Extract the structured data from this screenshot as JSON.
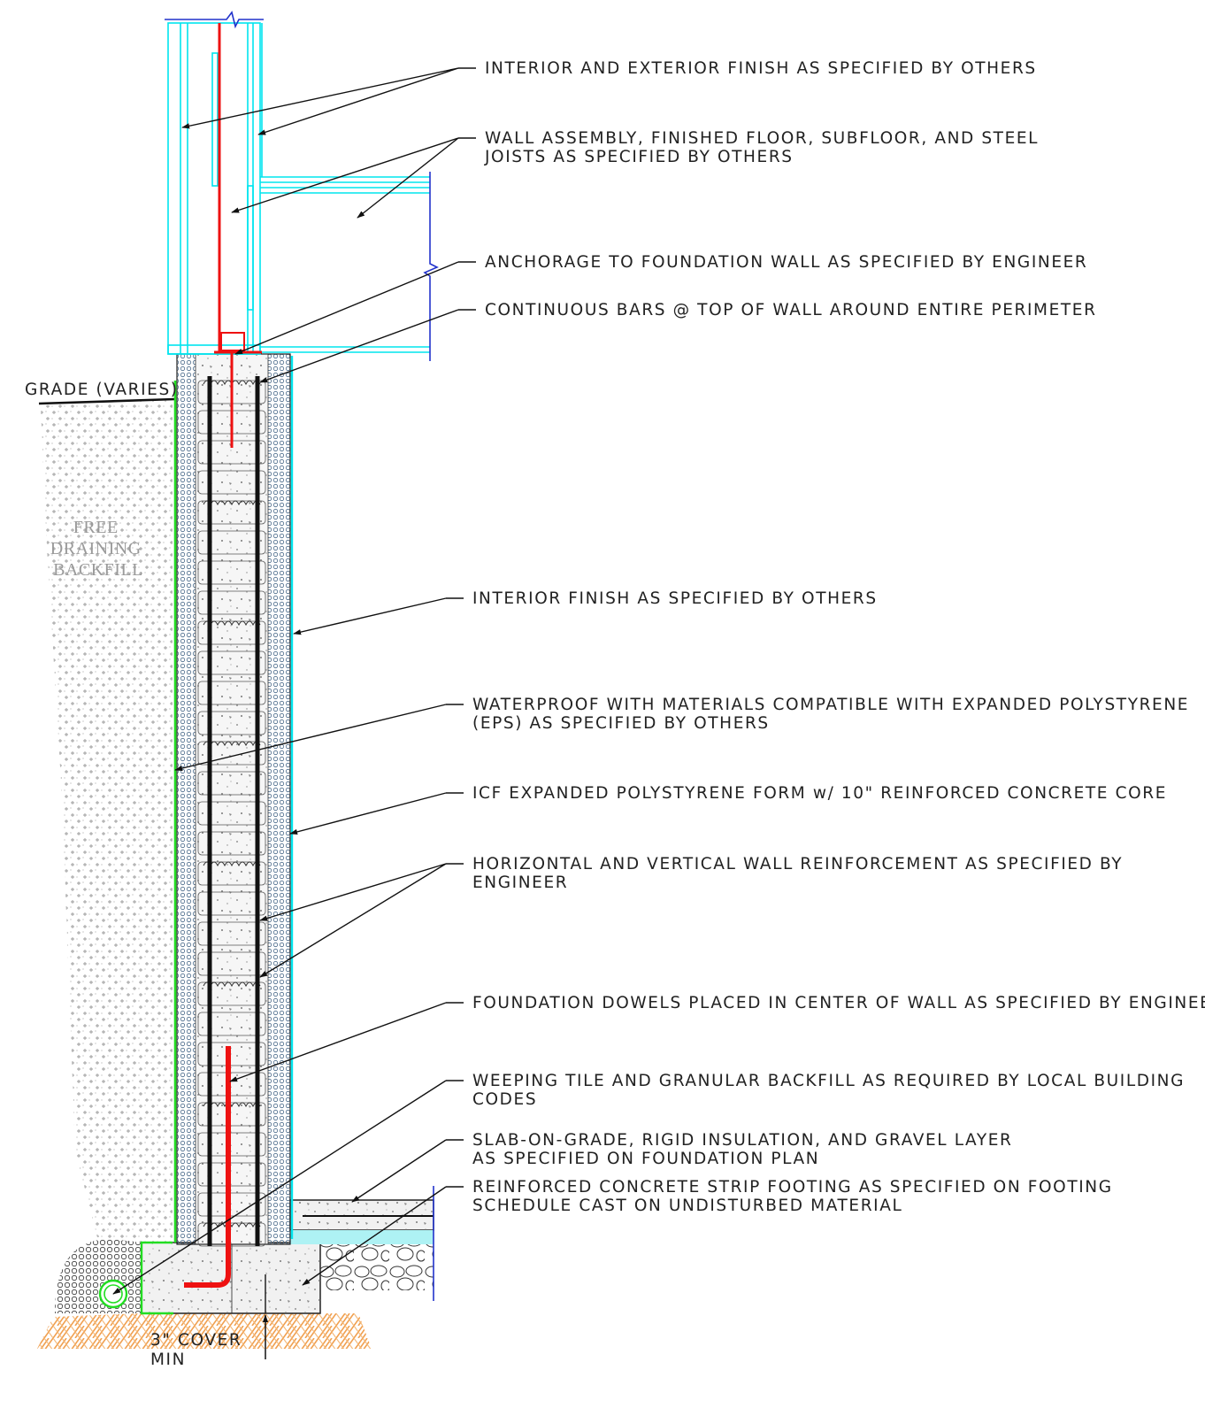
{
  "colors": {
    "background": "#ffffff",
    "text": "#222222",
    "leader": "#111111",
    "cyan_framing": "#00e5ee",
    "red_steel": "#ee1111",
    "blue_break": "#2233cc",
    "green_membrane": "#22dd22",
    "concrete": "#f1f1f1",
    "eps_dots": "#4a6a8a",
    "soil": "#f0a050",
    "backfill_text": "#9a9a9a"
  },
  "icons": {
    "break_mark": "zigzag-break-icon",
    "weeping_tile": "circle-pipe-icon",
    "arrowheads": "leader-arrow-icon"
  },
  "labels": {
    "grade": "GRADE (VARIES)",
    "backfill": [
      "FREE",
      "DRAINING",
      "BACKFILL"
    ],
    "cover": [
      "3\" COVER",
      "MIN"
    ]
  },
  "callouts": [
    {
      "id": "finish-both",
      "lines": [
        "INTERIOR AND EXTERIOR FINISH AS SPECIFIED BY OTHERS"
      ]
    },
    {
      "id": "wall-assembly",
      "lines": [
        "WALL ASSEMBLY, FINISHED FLOOR, SUBFLOOR, AND STEEL",
        "JOISTS AS SPECIFIED BY OTHERS"
      ]
    },
    {
      "id": "anchorage",
      "lines": [
        "ANCHORAGE TO FOUNDATION WALL AS SPECIFIED BY ENGINEER"
      ]
    },
    {
      "id": "continuous-bars",
      "lines": [
        "CONTINUOUS BARS @ TOP OF WALL AROUND ENTIRE PERIMETER"
      ]
    },
    {
      "id": "interior-finish",
      "lines": [
        "INTERIOR FINISH AS SPECIFIED BY OTHERS"
      ]
    },
    {
      "id": "waterproof",
      "lines": [
        "WATERPROOF WITH MATERIALS COMPATIBLE WITH EXPANDED POLYSTYRENE",
        "(EPS) AS SPECIFIED BY OTHERS"
      ]
    },
    {
      "id": "icf-form",
      "lines": [
        "ICF EXPANDED POLYSTYRENE FORM w/ 10\" REINFORCED CONCRETE CORE"
      ]
    },
    {
      "id": "reinforcement",
      "lines": [
        "HORIZONTAL AND VERTICAL WALL REINFORCEMENT AS SPECIFIED BY",
        "ENGINEER"
      ]
    },
    {
      "id": "dowels",
      "lines": [
        "FOUNDATION DOWELS PLACED IN CENTER OF WALL AS SPECIFIED BY ENGINEER"
      ]
    },
    {
      "id": "weeping-tile",
      "lines": [
        "WEEPING TILE AND GRANULAR BACKFILL AS REQUIRED BY LOCAL BUILDING",
        "CODES"
      ]
    },
    {
      "id": "slab",
      "lines": [
        "SLAB-ON-GRADE, RIGID INSULATION, AND GRAVEL LAYER",
        "AS SPECIFIED ON FOUNDATION PLAN"
      ]
    },
    {
      "id": "footing",
      "lines": [
        "REINFORCED CONCRETE STRIP FOOTING AS SPECIFIED ON FOOTING",
        "SCHEDULE CAST ON UNDISTURBED MATERIAL"
      ]
    }
  ]
}
